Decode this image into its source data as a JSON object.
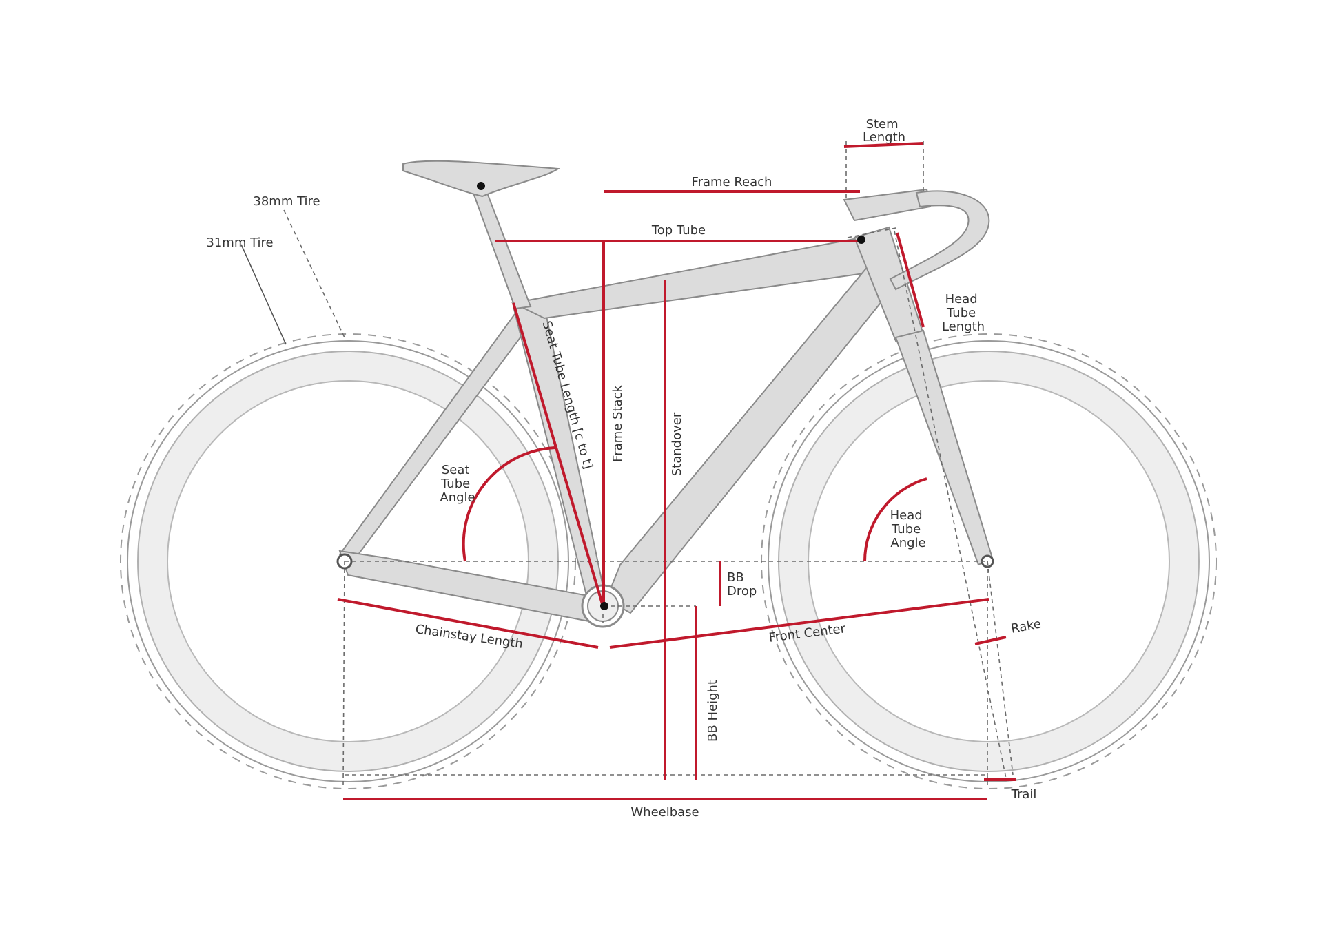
{
  "colors": {
    "dimension_line": "#c0192c",
    "frame_fill": "#dcdcdc",
    "frame_outline": "#8a8a8a",
    "label_text": "#333333",
    "background": "#ffffff"
  },
  "labels": {
    "stem_length": [
      "Stem",
      "Length"
    ],
    "frame_reach": "Frame Reach",
    "top_tube": "Top Tube",
    "tire_38": "38mm Tire",
    "tire_31": "31mm Tire",
    "head_tube_length": [
      "Head",
      "Tube",
      "Length"
    ],
    "seat_tube_length": "Seat Tube Length [c to t]",
    "frame_stack": "Frame Stack",
    "standover": "Standover",
    "seat_tube_angle": [
      "Seat",
      "Tube",
      "Angle"
    ],
    "head_tube_angle": [
      "Head",
      "Tube",
      "Angle"
    ],
    "bb_drop": [
      "BB",
      "Drop"
    ],
    "chainstay_length": "Chainstay Length",
    "front_center": "Front Center",
    "rake": "Rake",
    "bb_height": "BB Height",
    "trail": "Trail",
    "wheelbase": "Wheelbase"
  }
}
